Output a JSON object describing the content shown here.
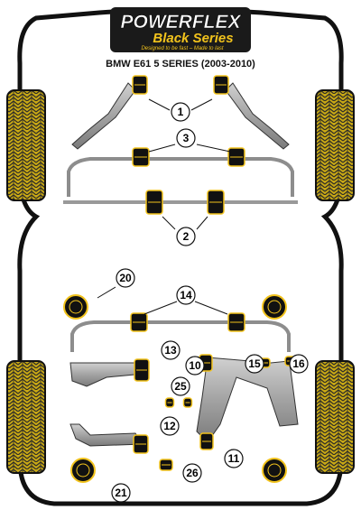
{
  "logo": {
    "brand": "POWERFLEX",
    "series": "Black Series",
    "tagline": "Designed to be fast – Made to last"
  },
  "vehicle": "BMW E61 5 SERIES (2003-2010)",
  "colors": {
    "body_outline": "#111111",
    "body_fill": "#ffffff",
    "tyre_fill": "#c8a814",
    "tyre_grid": "#333333",
    "part_fill": "#999999",
    "bush_black": "#111111",
    "bush_yellow": "#f2c31c",
    "callout_fill": "#ffffff"
  },
  "callouts": [
    {
      "id": "c1",
      "label": "1"
    },
    {
      "id": "c2",
      "label": "2"
    },
    {
      "id": "c3",
      "label": "3"
    },
    {
      "id": "c10",
      "label": "10"
    },
    {
      "id": "c11",
      "label": "11"
    },
    {
      "id": "c12",
      "label": "12"
    },
    {
      "id": "c13",
      "label": "13"
    },
    {
      "id": "c14",
      "label": "14"
    },
    {
      "id": "c15",
      "label": "15"
    },
    {
      "id": "c16",
      "label": "16"
    },
    {
      "id": "c20",
      "label": "20"
    },
    {
      "id": "c21",
      "label": "21"
    },
    {
      "id": "c25",
      "label": "25"
    },
    {
      "id": "c26",
      "label": "26"
    }
  ]
}
